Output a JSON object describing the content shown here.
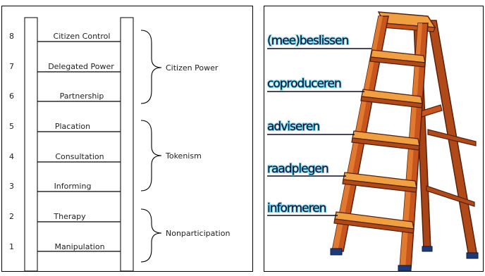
{
  "arnstein_ladder": {
    "rungs": [
      {
        "number": "8",
        "label": "Citizen Control"
      },
      {
        "number": "7",
        "label": "Delegated Power"
      },
      {
        "number": "6",
        "label": "Partnership"
      },
      {
        "number": "5",
        "label": "Placation"
      },
      {
        "number": "4",
        "label": "Consultation"
      },
      {
        "number": "3",
        "label": "Informing"
      },
      {
        "number": "2",
        "label": "Therapy"
      },
      {
        "number": "1",
        "label": "Manipulation"
      }
    ],
    "groups": [
      {
        "label": "Citizen Power"
      },
      {
        "label": "Tokenism"
      },
      {
        "label": "Nonparticipation"
      }
    ]
  },
  "dutch_ladder": {
    "levels": [
      {
        "label": "(mee)beslissen"
      },
      {
        "label": "coproduceren"
      },
      {
        "label": "adviseren"
      },
      {
        "label": "raadplegen"
      },
      {
        "label": "informeren"
      }
    ],
    "colors": {
      "wood": "#c8551c",
      "wood_dark": "#7a2e0c",
      "wood_light": "#f0a040",
      "text_glow": "#6ad0ea"
    }
  }
}
